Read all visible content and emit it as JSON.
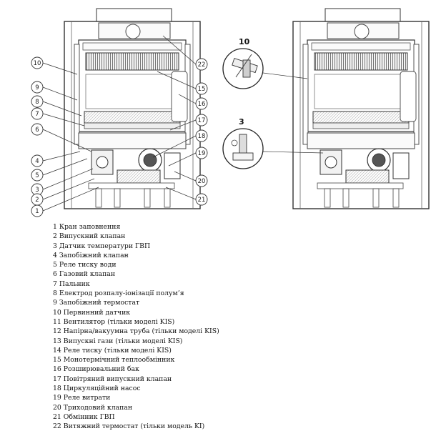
{
  "diagram": {
    "left_callouts": [
      "10",
      "9",
      "8",
      "7",
      "6",
      "4",
      "5",
      "3",
      "2",
      "1"
    ],
    "right_callouts": [
      "22",
      "15",
      "16",
      "17",
      "18",
      "19",
      "20",
      "21"
    ],
    "detail_labels": [
      "10",
      "3"
    ]
  },
  "legend": [
    "1 Кран заповнення",
    "2 Випускний клапан",
    "3 Датчик температури ГВП",
    "4 Запобіжний клапан",
    "5 Реле тиску води",
    "6 Газовий клапан",
    "7 Пальник",
    "8 Електрод розпалу-іонізації полум’я",
    "9 Запобіжний термостат",
    "10 Первинний датчик",
    "11 Вентилятор (тільки моделі KIS)",
    "12 Напірна/вакуумна труба (тільки моделі KIS)",
    "13 Випускні гази (тільки моделі KIS)",
    "14 Реле тиску (тільки моделі KIS)",
    "15 Монотермічний теплообмінник",
    "16 Розширювальний бак",
    "17 Повітряний випускний клапан",
    "18 Циркуляційний насос",
    "19 Реле витрати",
    "20 Триходовий клапан",
    "21 Обмінник ГВП",
    "22 Витяжний термостат (тільки модель KI)"
  ]
}
